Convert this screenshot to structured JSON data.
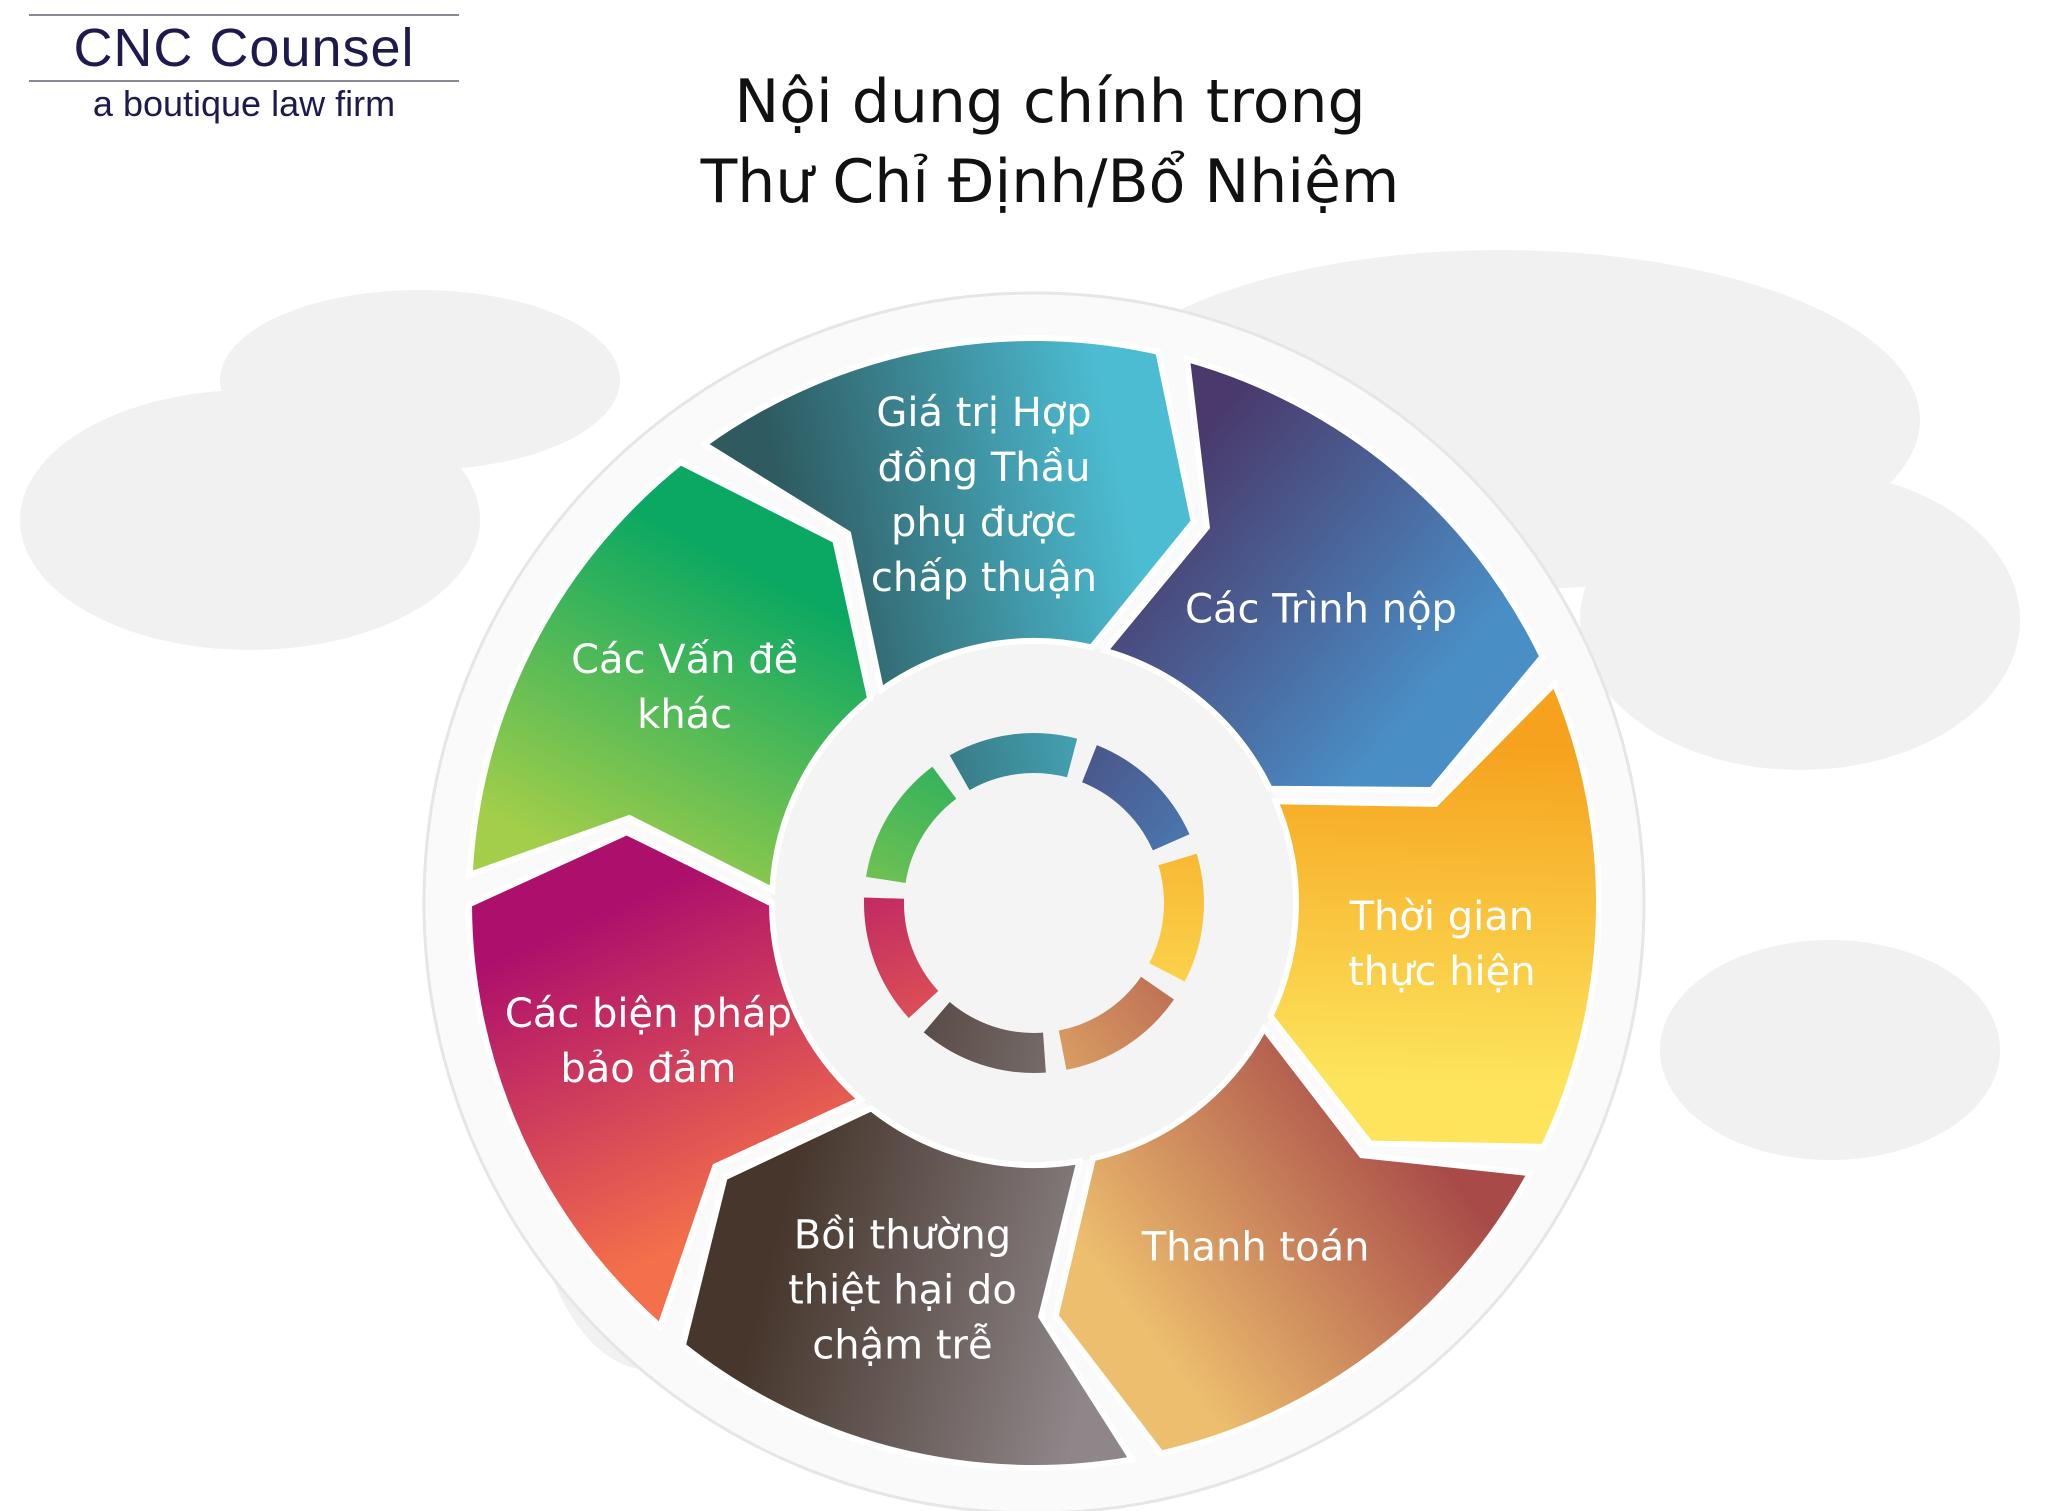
{
  "logo": {
    "name": "CNC Counsel",
    "tagline": "a boutique law firm"
  },
  "title": {
    "line1": "Nội dung chính trong",
    "line2": "Thư Chỉ Định/Bổ Nhiệm"
  },
  "segments": [
    {
      "lines": [
        "Giá trị Hợp",
        "đồng Thầu",
        "phụ được",
        "chấp thuận"
      ],
      "colors": [
        "#2e5a60",
        "#4cbcd2"
      ]
    },
    {
      "lines": [
        "Các Trình nộp"
      ],
      "colors": [
        "#4a3a6c",
        "#4a8ec6"
      ]
    },
    {
      "lines": [
        "Thời gian",
        "thực hiện"
      ],
      "colors": [
        "#f6a21e",
        "#fde45c"
      ]
    },
    {
      "lines": [
        "Thanh toán"
      ],
      "colors": [
        "#a84a48",
        "#ecbe6e"
      ]
    },
    {
      "lines": [
        "Bồi  thường",
        "thiệt  hại do",
        "chậm trễ"
      ],
      "colors": [
        "#8e8689",
        "#46362c"
      ]
    },
    {
      "lines": [
        "Các biện pháp",
        "bảo đảm"
      ],
      "colors": [
        "#f4704a",
        "#ad0f6c"
      ]
    },
    {
      "lines": [
        "Các Vấn đề",
        "khác"
      ],
      "colors": [
        "#a3ce4a",
        "#0aa862"
      ]
    }
  ]
}
